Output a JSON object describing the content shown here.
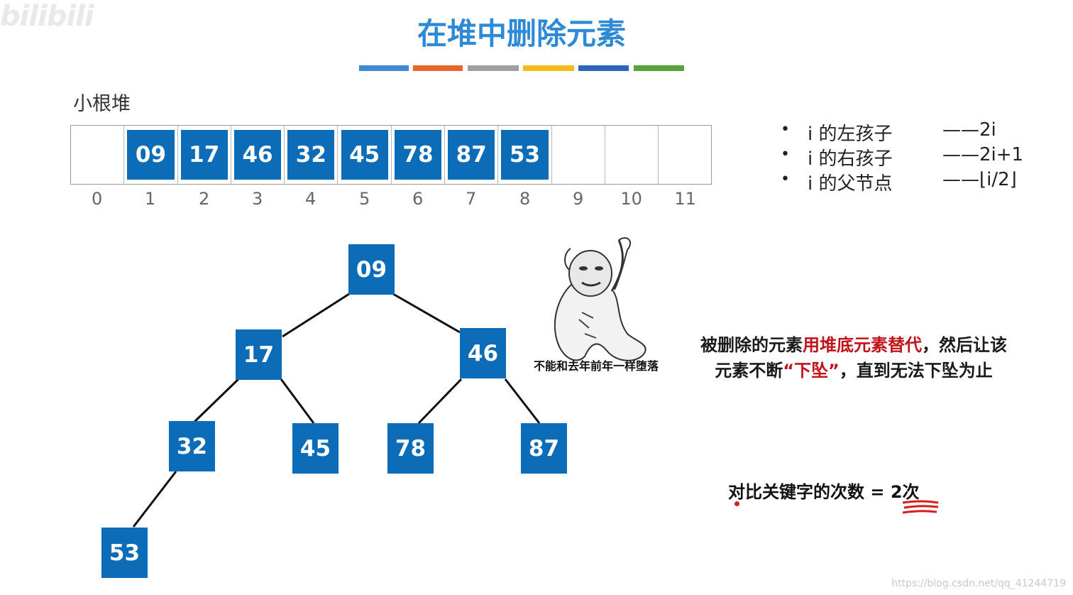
{
  "watermark": {
    "logo": "bilibili"
  },
  "header": {
    "title": "在堆中删除元素",
    "color_bars": [
      "#3f8ad3",
      "#e7662a",
      "#a0a0a0",
      "#f3bc1a",
      "#2f65b8",
      "#55a33a"
    ]
  },
  "heap_label": "小根堆",
  "array": {
    "cells": [
      "",
      "09",
      "17",
      "46",
      "32",
      "45",
      "78",
      "87",
      "53",
      "",
      "",
      ""
    ],
    "indices": [
      "0",
      "1",
      "2",
      "3",
      "4",
      "5",
      "6",
      "7",
      "8",
      "9",
      "10",
      "11"
    ]
  },
  "rules": [
    {
      "bullet": "•",
      "text": "i 的左孩子",
      "value": "——2i"
    },
    {
      "bullet": "•",
      "text": "i 的右孩子",
      "value": "——2i+1"
    },
    {
      "bullet": "•",
      "text": "i 的父节点",
      "value": "——⌊i/2⌋"
    }
  ],
  "tree": {
    "nodes": [
      {
        "id": "n09",
        "label": "09"
      },
      {
        "id": "n17",
        "label": "17"
      },
      {
        "id": "n46",
        "label": "46"
      },
      {
        "id": "n32",
        "label": "32"
      },
      {
        "id": "n45",
        "label": "45"
      },
      {
        "id": "n78",
        "label": "78"
      },
      {
        "id": "n87",
        "label": "87"
      },
      {
        "id": "n53",
        "label": "53"
      }
    ]
  },
  "meme": {
    "caption": "不能和去年前年一样堕落"
  },
  "description": {
    "part1": "被删除的元素",
    "part2_red": "用堆底元素替代",
    "part3": "，然后让该",
    "part4": "元素不断",
    "part5_red": "“下坠”",
    "part6": "，直到无法下坠为止"
  },
  "compare": "对比关键字的次数 = 2次",
  "footer_url": "https://blog.csdn.net/qq_41244719"
}
